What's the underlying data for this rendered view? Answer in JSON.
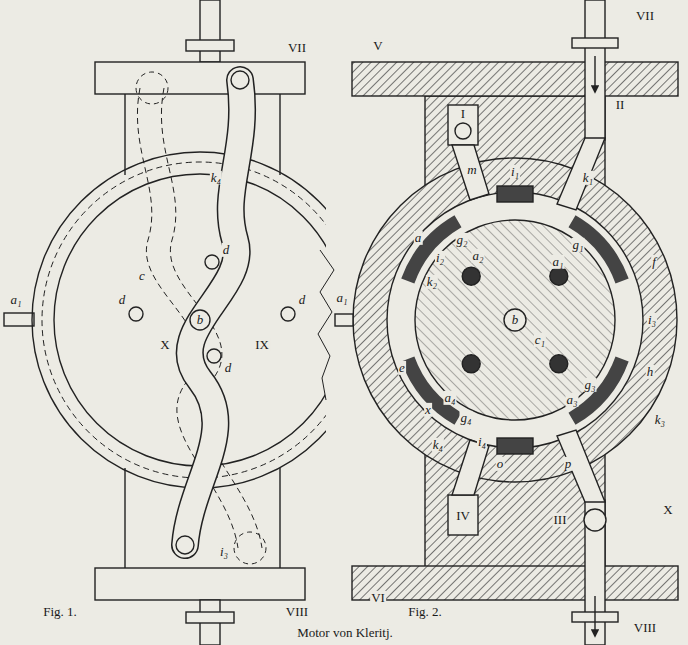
{
  "diagram": {
    "caption": "Motor von Kleritj.",
    "labels": [
      "VII",
      "a₁",
      "c",
      "d",
      "d",
      "d",
      "d",
      "b",
      "X",
      "IX",
      "k₄",
      "i₃",
      "VIII",
      "Fig. 1.",
      "V",
      "VII",
      "I",
      "II",
      "m",
      "i₁",
      "k₁",
      "a",
      "i₂",
      "k₂",
      "g₂",
      "a₂",
      "g₁",
      "a₁",
      "f",
      "i₃",
      "h",
      "g₃",
      "a₃",
      "k₃",
      "e",
      "b",
      "c₁",
      "x",
      "a₄",
      "g₄",
      "k₄",
      "i₄",
      "o",
      "p",
      "IV",
      "III",
      "a₁",
      "X",
      "VI",
      "VIII",
      "Fig. 2."
    ]
  }
}
